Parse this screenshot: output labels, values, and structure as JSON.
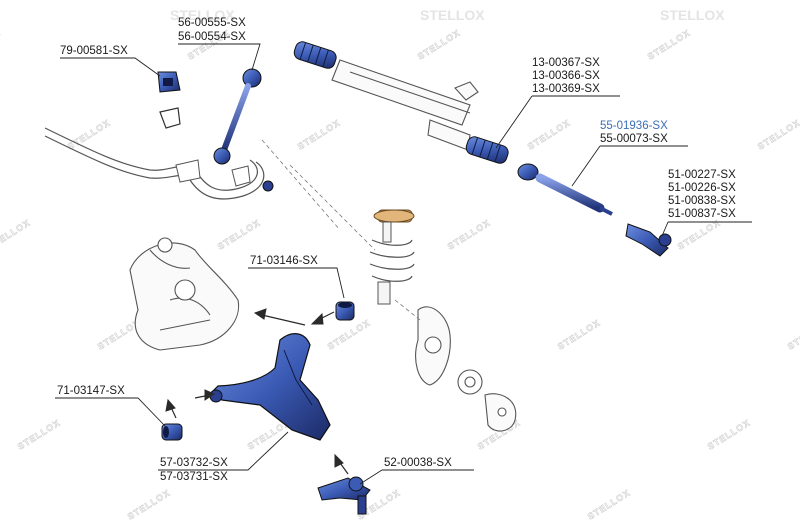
{
  "watermark": {
    "brand": "STELLOX"
  },
  "colors": {
    "part_blue": "#3b5bb5",
    "part_dark": "#1c2a66",
    "line_art": "#555555",
    "label_text": "#1a1a1a",
    "highlight_label": "#3a6fb5",
    "spring_tan": "#d9a86b"
  },
  "labels": {
    "stab_bush": [
      "79-00581-SX"
    ],
    "stab_link": [
      "56-00555-SX",
      "56-00554-SX"
    ],
    "boot": [
      "13-00367-SX",
      "13-00366-SX",
      "13-00369-SX"
    ],
    "tie_rod": [
      "55-01936-SX",
      "55-00073-SX"
    ],
    "tie_rod_end": [
      "51-00227-SX",
      "51-00226-SX",
      "51-00838-SX",
      "51-00837-SX"
    ],
    "front_bush": [
      "71-03146-SX"
    ],
    "rear_bush": [
      "71-03147-SX"
    ],
    "control_arm": [
      "57-03732-SX",
      "57-03731-SX"
    ],
    "ball_joint": [
      "52-00038-SX"
    ]
  }
}
